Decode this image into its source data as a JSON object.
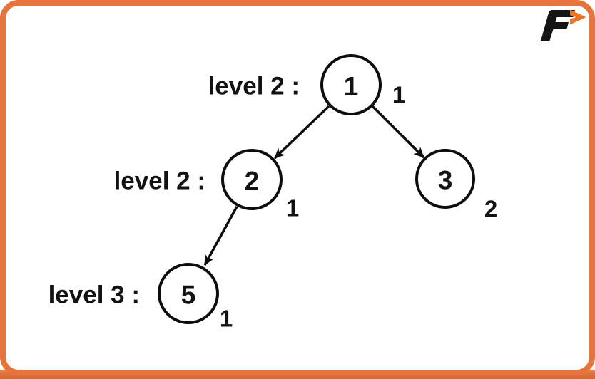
{
  "page": {
    "background": "#ffffff",
    "frame_color": "#e6743d",
    "bottom_bar_color": "#e4723c"
  },
  "brand": {
    "letter": "F",
    "letter_color": "#151515",
    "arrow_color": "#ed7424"
  },
  "diagram": {
    "type": "binary-tree",
    "levels": [
      {
        "label": "level 2 :"
      },
      {
        "label": "level 2 :"
      },
      {
        "label": "level 3 :"
      }
    ],
    "nodes": [
      {
        "value": "1",
        "annotation": "1"
      },
      {
        "value": "2",
        "annotation": "1"
      },
      {
        "value": "3",
        "annotation": "2"
      },
      {
        "value": "5",
        "annotation": "1"
      }
    ],
    "edges": [
      {
        "from": "1",
        "to": "2"
      },
      {
        "from": "1",
        "to": "3"
      },
      {
        "from": "2",
        "to": "5"
      }
    ]
  }
}
